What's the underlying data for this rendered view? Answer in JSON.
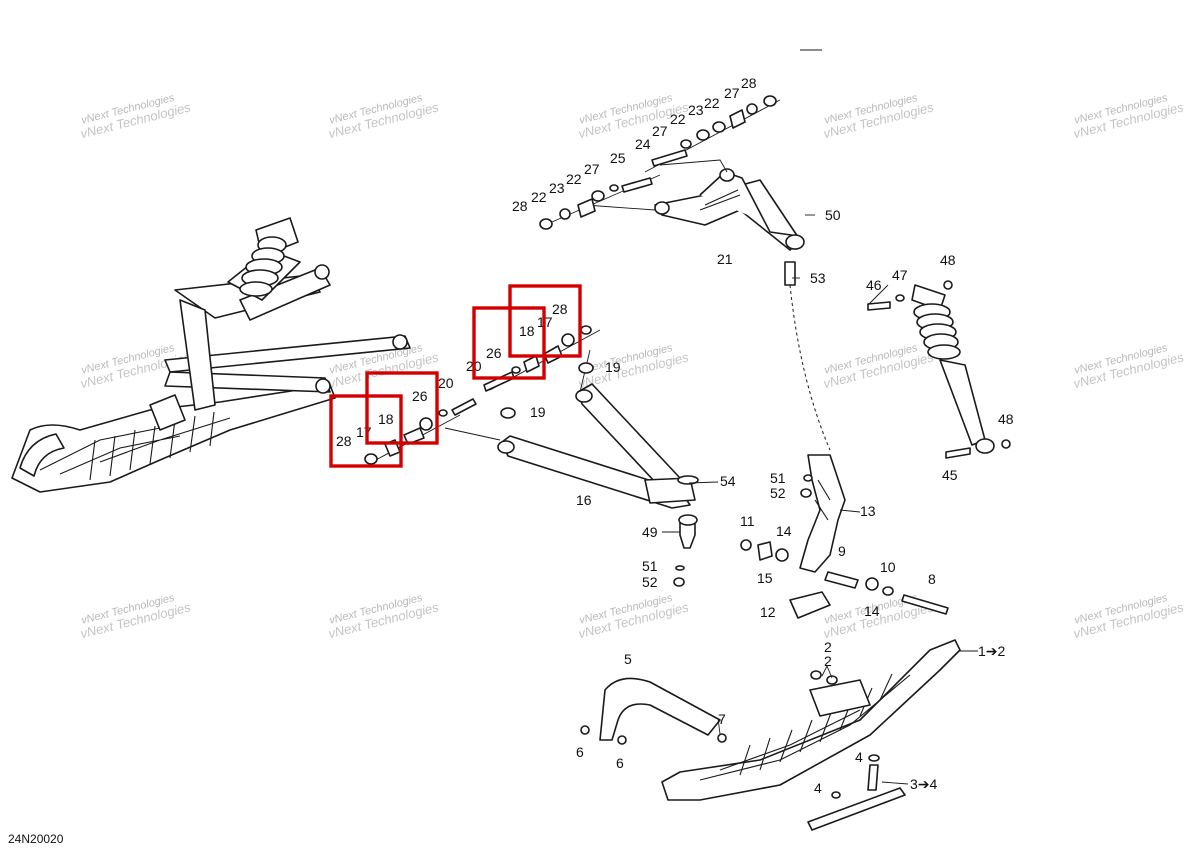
{
  "diagram": {
    "reference_code": "24N20020",
    "watermark": {
      "line1": "vNext Technologies",
      "line2": "vNext Technologies"
    },
    "callouts": [
      "1➔2",
      "2",
      "2",
      "3➔4",
      "4",
      "4",
      "5",
      "6",
      "6",
      "7",
      "8",
      "9",
      "10",
      "11",
      "12",
      "13",
      "14",
      "14",
      "15",
      "16",
      "17",
      "17",
      "18",
      "18",
      "19",
      "19",
      "20",
      "20",
      "21",
      "22",
      "22",
      "22",
      "22",
      "23",
      "23",
      "24",
      "25",
      "26",
      "26",
      "27",
      "27",
      "27",
      "28",
      "28",
      "28",
      "28",
      "28",
      "45",
      "46",
      "47",
      "48",
      "48",
      "49",
      "50",
      "51",
      "51",
      "52",
      "52",
      "53",
      "54"
    ],
    "highlight_color": "#d40000"
  }
}
